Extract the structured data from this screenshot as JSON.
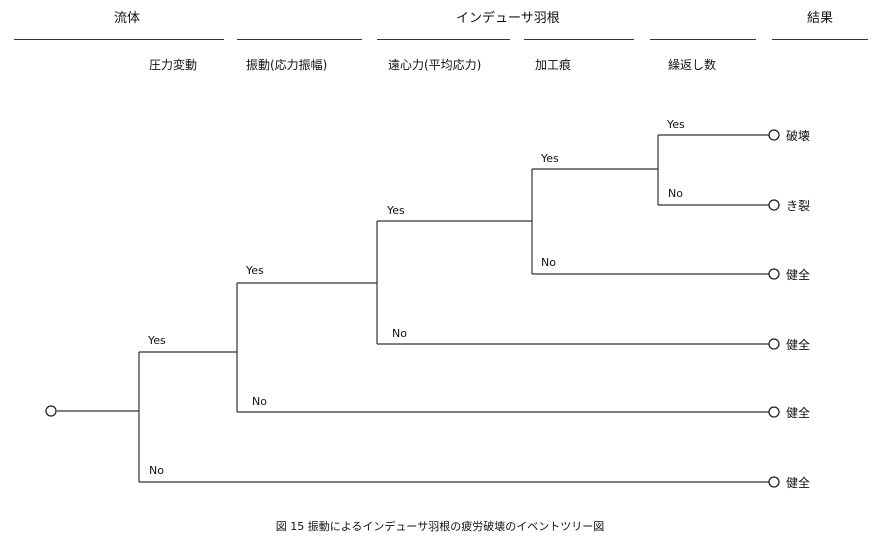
{
  "header": {
    "categories": {
      "fluid": "流体",
      "impeller": "インデューサ羽根",
      "result": "結果"
    },
    "stages": [
      "圧力変動",
      "振動(応力振幅)",
      "遠心力(平均応力)",
      "加工痕",
      "繰返し数"
    ]
  },
  "branch_labels": {
    "yes": "Yes",
    "no": "No"
  },
  "outcomes": [
    "破壊",
    "き裂",
    "健全",
    "健全",
    "健全",
    "健全"
  ],
  "caption": "図 15  振動によるインデューサ羽根の疲労破壊のイベントツリー図"
}
